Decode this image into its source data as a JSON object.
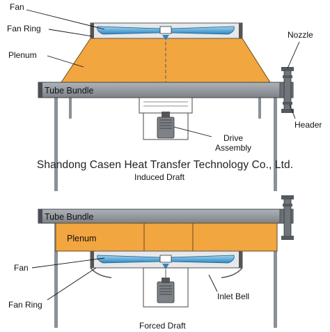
{
  "labels": {
    "fan_top": "Fan",
    "fan_ring_top": "Fan Ring",
    "plenum_top": "Plenum",
    "tube_bundle_top": "Tube Bundle",
    "nozzle": "Nozzle",
    "header": "Header",
    "drive_assembly_line1": "Drive",
    "drive_assembly_line2": "Assembly",
    "tube_bundle_bottom": "Tube Bundle",
    "plenum_bottom": "Plenum",
    "fan_bottom": "Fan",
    "fan_ring_bottom": "Fan Ring",
    "inlet_bell": "Inlet Bell"
  },
  "captions": {
    "induced": "Induced Draft",
    "forced": "Forced Draft"
  },
  "watermark": {
    "company": "Shandong Casen Heat Transfer Technology Co., Ltd."
  },
  "colors": {
    "plenum": "#f2a640",
    "steel": "#8e949a",
    "steel_dark": "#4a4f55",
    "fan_blade": "#4fa6d6"
  }
}
